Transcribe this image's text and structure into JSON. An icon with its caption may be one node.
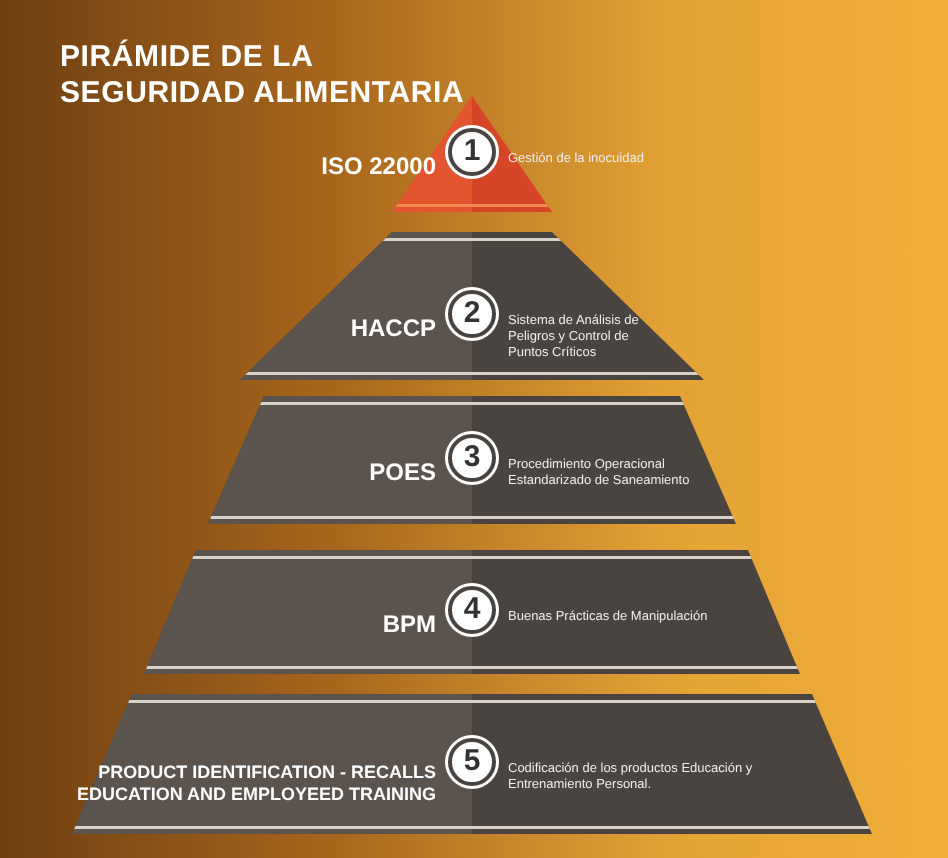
{
  "diagram": {
    "title": "PIRÁMIDE DE LA SEGURIDAD ALIMENTARIA",
    "nodes": [
      {
        "text": [
          "ISO 22000",
          "1",
          "Gestión de la inocuidad"
        ]
      },
      {
        "text": [
          "HACCP",
          "2",
          "Sistema de Análisis de Peligros y Control de Puntos Críticos"
        ]
      },
      {
        "text": [
          "POES",
          "3",
          "Procedimiento Operacional Estandarizado de Saneamiento"
        ]
      },
      {
        "text": [
          "BPM",
          "4",
          "Buenas Prácticas de Manipulación"
        ]
      },
      {
        "text": [
          "PRODUCT IDENTIFICATION - RECALLS EDUCATION AND EMPLOYEED TRAINING",
          "5",
          "Codificación de los productos Educación y Entrenamiento Personal."
        ]
      }
    ],
    "edges": []
  }
}
